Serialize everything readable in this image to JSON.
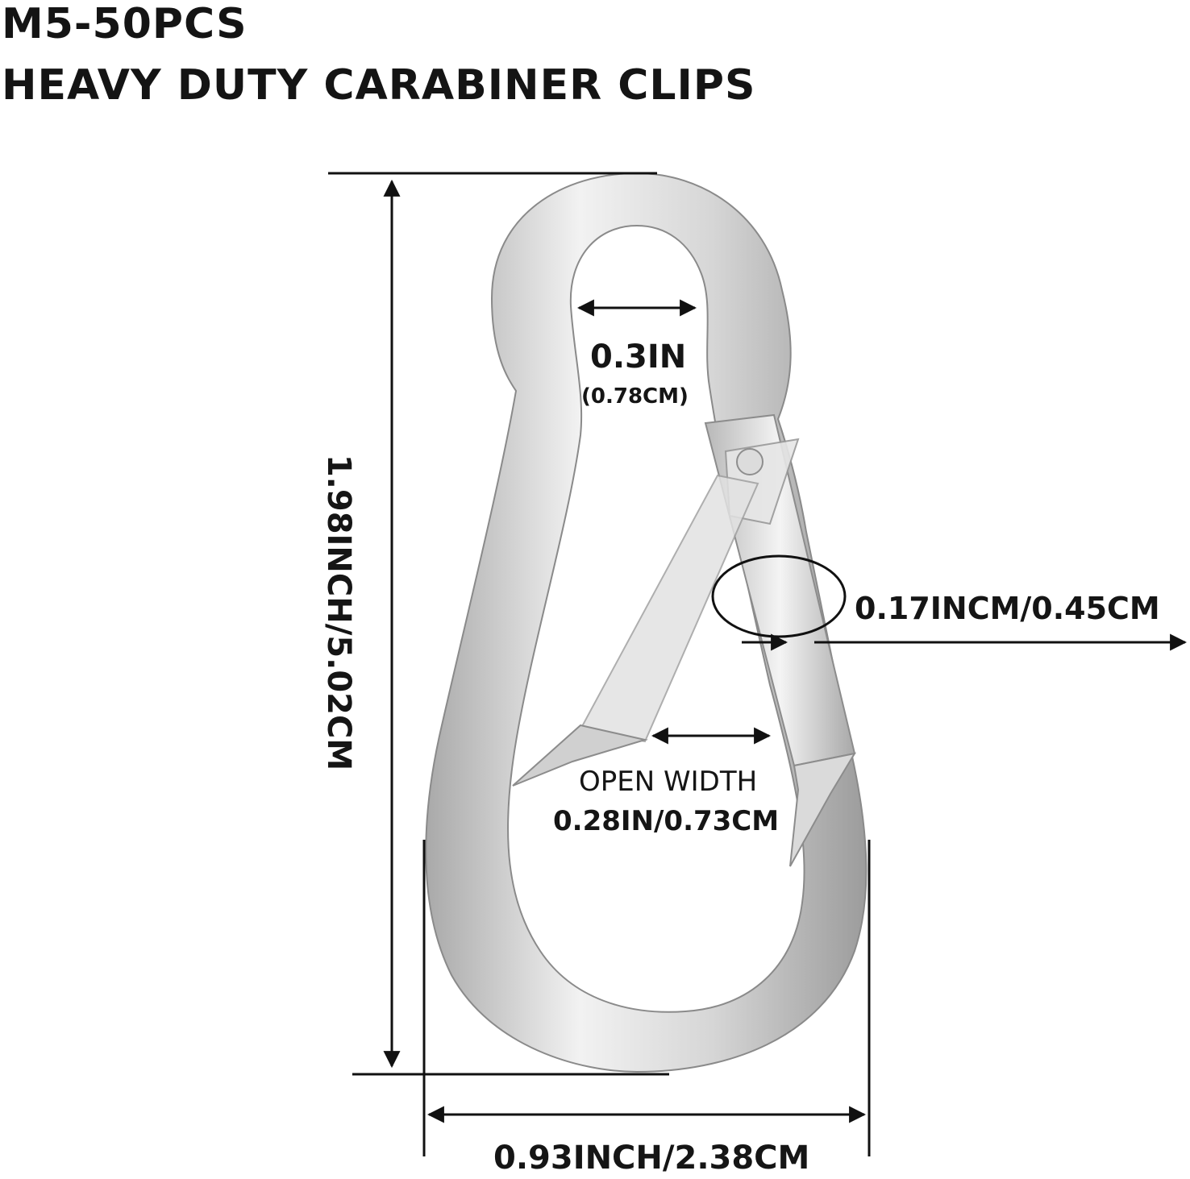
{
  "title": {
    "line1": "M5-50PCS",
    "line2": "HEAVY DUTY CARABINER CLIPS"
  },
  "dimensions": {
    "loop_inner_width": "0.3IN",
    "loop_inner_width_cm": "(0.78CM)",
    "wire_diameter": "0.17INCM/0.45CM",
    "open_width_label": "OPEN WIDTH",
    "open_width_value": "0.28IN/0.73CM",
    "total_width": "0.93INCH/2.38CM",
    "total_height": "1.98INCH/5.02CM"
  },
  "colors": {
    "metal": "#c9c9c9",
    "metal_highlight": "#f2f2f2",
    "line": "#111111",
    "background": "#ffffff"
  }
}
